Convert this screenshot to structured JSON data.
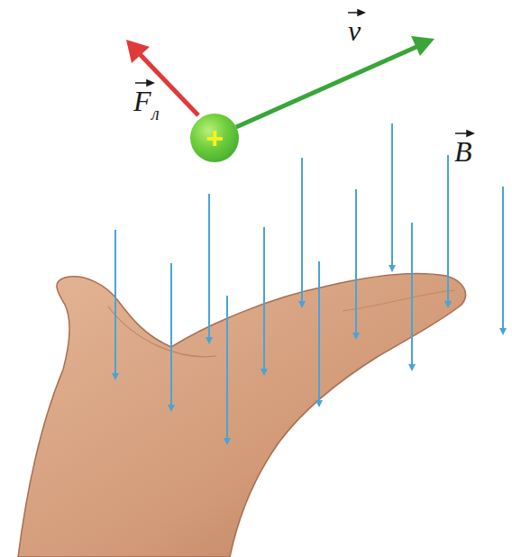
{
  "diagram": {
    "nodes": [
      {
        "text": [
          "+"
        ]
      }
    ],
    "labels": [
      "F",
      "л",
      "v",
      "B"
    ]
  }
}
